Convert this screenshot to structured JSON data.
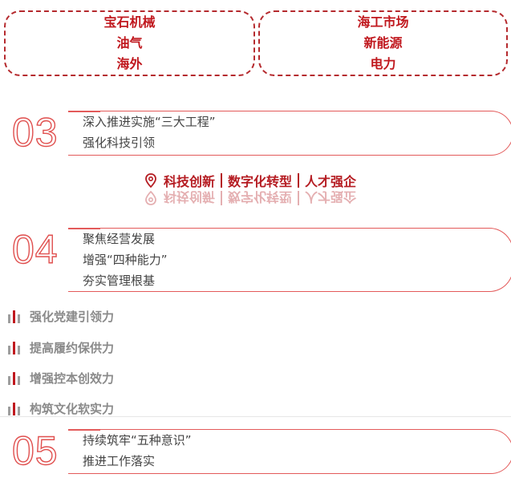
{
  "box_left": {
    "lines": [
      "宝石机械",
      "油气",
      "海外"
    ]
  },
  "box_right": {
    "lines": [
      "海工市场",
      "新能源",
      "电力"
    ]
  },
  "section_03": {
    "number": "03",
    "lines": [
      "深入推进实施“三大工程”",
      "强化科技引领"
    ]
  },
  "keywords": {
    "pin_icon": "location-pin-icon",
    "items": [
      "科技创新",
      "数字化转型",
      "人才强企"
    ]
  },
  "section_04": {
    "number": "04",
    "lines": [
      "聚焦经营发展",
      "增强“四种能力”",
      "夯实管理根基"
    ]
  },
  "capabilities": [
    "强化党建引领力",
    "提高履约保供力",
    "增强控本创效力",
    "构筑文化软实力"
  ],
  "section_05": {
    "number": "05",
    "lines": [
      "持续筑牢“五种意识”",
      "推进工作落实"
    ]
  },
  "colors": {
    "accent": "#c0181e",
    "outline": "#e0504f",
    "gray_text": "#8a8a8a"
  }
}
